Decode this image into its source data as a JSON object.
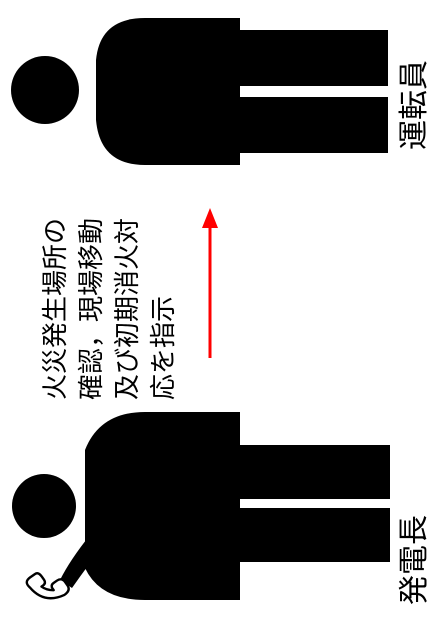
{
  "figures": [
    {
      "role_label": "発電長",
      "holds_phone": true
    },
    {
      "role_label": "運転員",
      "holds_phone": false
    }
  ],
  "instruction_lines": [
    "火災発生場所の",
    "確認，現場移動",
    "及び初期消火対",
    "応を指示"
  ],
  "arrow": {
    "color": "#ff0000",
    "direction": "up"
  },
  "icons": [
    "person-icon",
    "telephone-icon",
    "arrow-up-icon"
  ]
}
